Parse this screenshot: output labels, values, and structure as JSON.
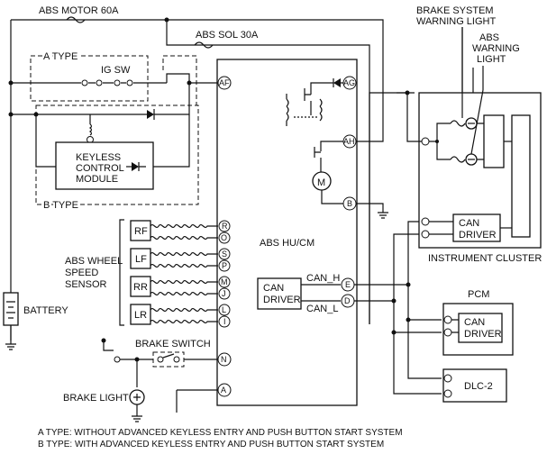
{
  "labels": {
    "abs_motor": "ABS MOTOR 60A",
    "abs_sol": "ABS SOL 30A",
    "a_type": "A TYPE",
    "b_type": "B TYPE",
    "ig_sw": "IG SW",
    "keyless_1": "KEYLESS",
    "keyless_2": "CONTROL",
    "keyless_3": "MODULE",
    "abs_hu": "ABS HU/CM",
    "can_driver_1": "CAN",
    "can_driver_2": "DRIVER",
    "can_h": "CAN_H",
    "can_l": "CAN_L",
    "wheel_1": "ABS WHEEL",
    "wheel_2": "SPEED",
    "wheel_3": "SENSOR",
    "battery": "BATTERY",
    "brake_switch": "BRAKE SWITCH",
    "brake_light": "BRAKE LIGHT",
    "bsw_1": "BRAKE SYSTEM",
    "bsw_2": "WARNING LIGHT",
    "absw_1": "ABS",
    "absw_2": "WARNING",
    "absw_3": "LIGHT",
    "instrument_cluster": "INSTRUMENT CLUSTER",
    "pcm": "PCM",
    "dlc": "DLC-2",
    "motor": "M"
  },
  "sensors": [
    "RF",
    "LF",
    "RR",
    "LR"
  ],
  "pins": {
    "af": "AF",
    "ag": "AG",
    "ah": "AH",
    "b": "B",
    "r": "R",
    "o": "O",
    "s": "S",
    "p": "P",
    "m": "M",
    "j": "J",
    "l": "L",
    "i": "I",
    "e": "E",
    "d": "D",
    "n": "N",
    "a": "A"
  },
  "notes": {
    "a_type": "A TYPE: WITHOUT ADVANCED KEYLESS ENTRY AND PUSH BUTTON START SYSTEM",
    "b_type": "B TYPE: WITH ADVANCED KEYLESS ENTRY AND PUSH BUTTON START SYSTEM"
  }
}
